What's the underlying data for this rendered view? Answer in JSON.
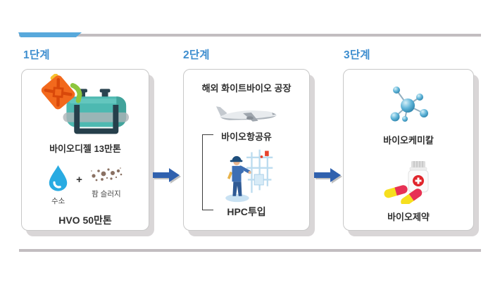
{
  "diagram": {
    "stages": [
      {
        "label": "1단계",
        "card": {
          "biodiesel_label": "바이오디젤 13만톤",
          "hydrogen_label": "수소",
          "plus_sign": "+",
          "palm_sludge_label": "팜 슬러지",
          "hvo_label": "HVO 50만톤"
        }
      },
      {
        "label": "2단계",
        "card": {
          "title": "해외 화이트바이오 공장",
          "bio_jet_fuel_label": "바이오항공유",
          "hpc_label": "HPC투입"
        }
      },
      {
        "label": "3단계",
        "card": {
          "biochemical_label": "바이오케미칼",
          "biopharma_label": "바이오제약"
        }
      }
    ],
    "icons": {
      "stage1": [
        "jerry-can-pouring-into-fuel-tank-icon",
        "water-drop-icon",
        "palm-sludge-dots-icon"
      ],
      "stage2": [
        "airplane-icon",
        "worker-at-plant-icon"
      ],
      "stage3": [
        "molecule-icon",
        "pill-bottle-capsules-icon"
      ]
    },
    "colors": {
      "stage_label_blue": "#3E8ECF",
      "top_bar_blue": "#58A9DC",
      "bar_gray": "#C2BDC0",
      "arrow_blue": "#3061AE",
      "card_border": "#C8C8C8",
      "card_shadow_gray": "#D9D6D7",
      "text_dark": "#2E2E2E"
    }
  }
}
